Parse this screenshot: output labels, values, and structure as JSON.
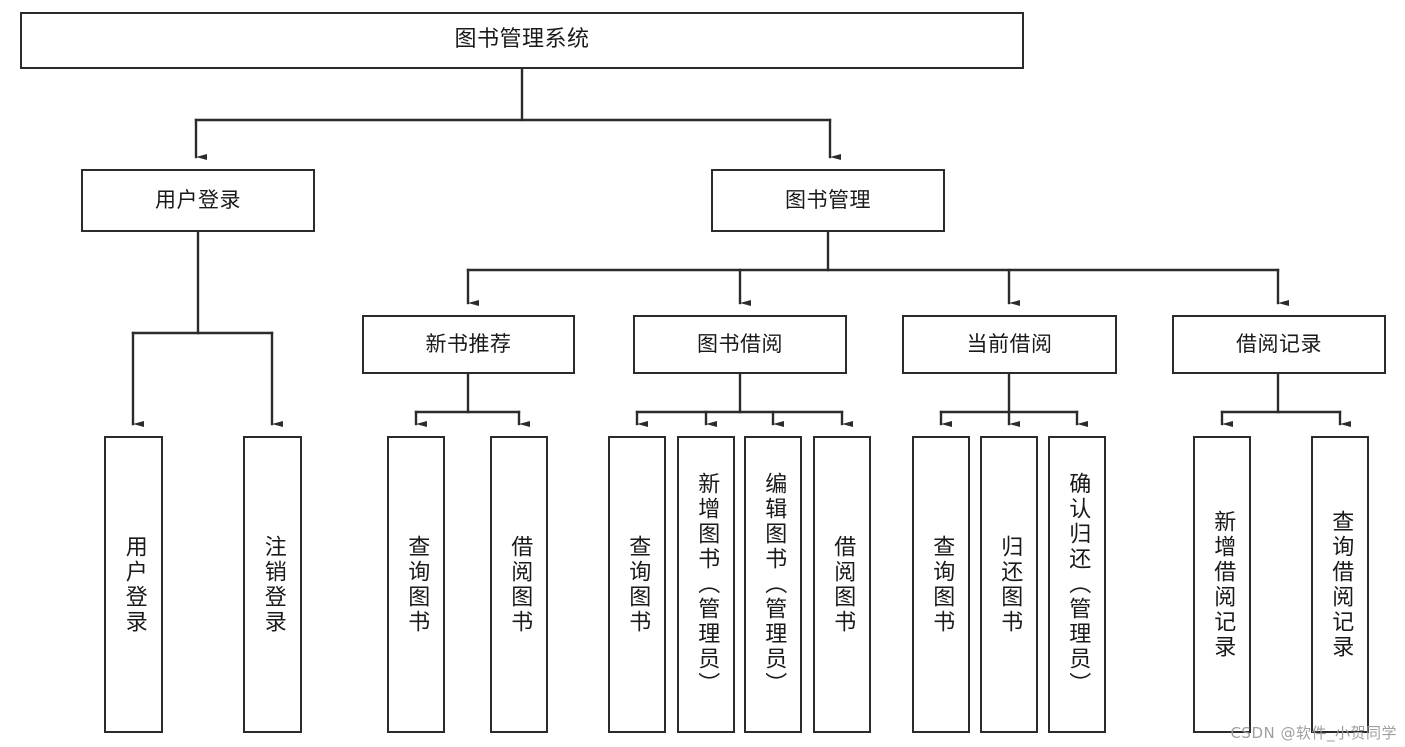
{
  "diagram": {
    "title": "图书管理系统",
    "type": "tree-hierarchy-chart",
    "line_color": "#2b2b2b",
    "box_fill": "#ffffff",
    "text_color": "#1a1a1a",
    "levels": {
      "root": {
        "label": "图书管理系统"
      },
      "level2": [
        {
          "label": "用户登录"
        },
        {
          "label": "图书管理"
        }
      ],
      "level3": [
        {
          "label": "新书推荐"
        },
        {
          "label": "图书借阅"
        },
        {
          "label": "当前借阅"
        },
        {
          "label": "借阅记录"
        }
      ],
      "leaves": {
        "user_login": [
          {
            "label": "用户登录"
          },
          {
            "label": "注销登录"
          }
        ],
        "new_book_recommend": [
          {
            "label": "查询图书"
          },
          {
            "label": "借阅图书"
          }
        ],
        "book_borrow": [
          {
            "label": "查询图书"
          },
          {
            "label": "新增图书（管理员）"
          },
          {
            "label": "编辑图书（管理员）"
          },
          {
            "label": "借阅图书"
          }
        ],
        "current_borrow": [
          {
            "label": "查询图书"
          },
          {
            "label": "归还图书"
          },
          {
            "label": "确认归还（管理员）"
          }
        ],
        "borrow_record": [
          {
            "label": "新增借阅记录"
          },
          {
            "label": "查询借阅记录"
          }
        ]
      }
    }
  },
  "watermark": {
    "text": "CSDN @软件_小贺同学"
  }
}
